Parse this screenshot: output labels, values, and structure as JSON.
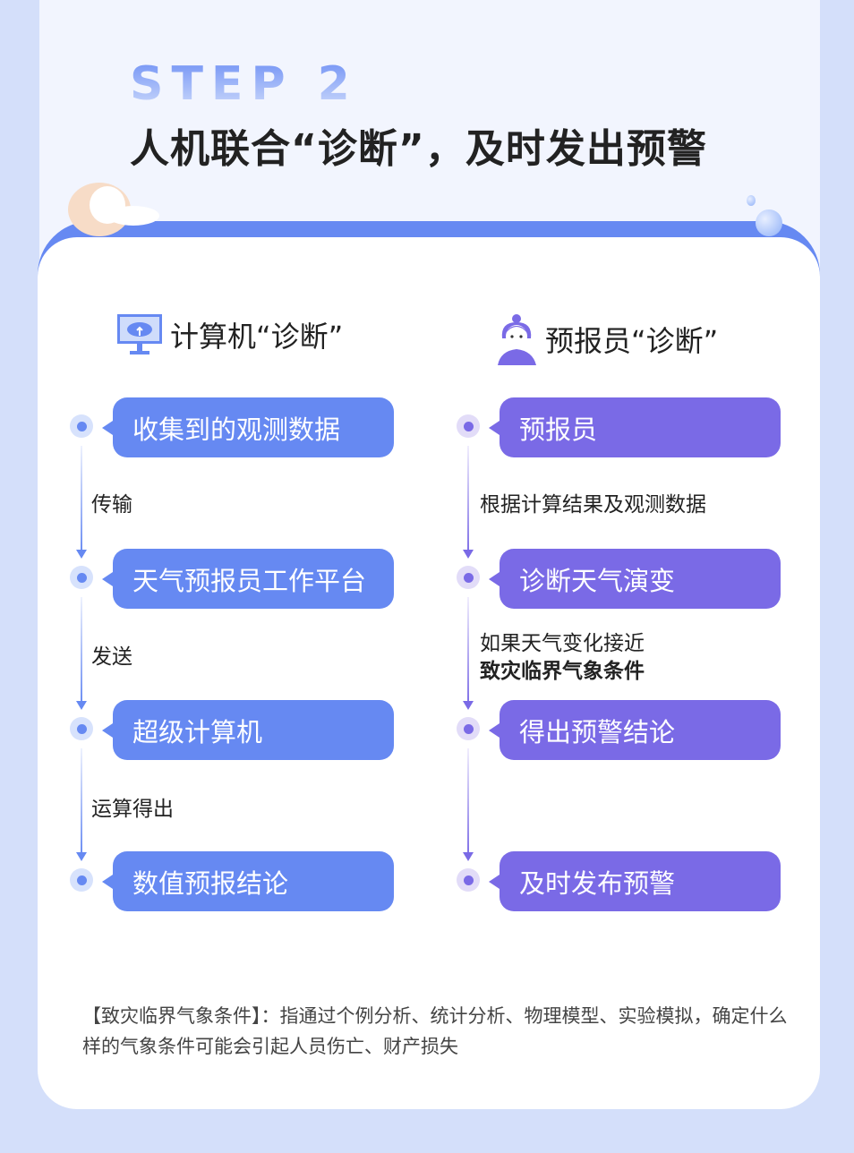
{
  "header": {
    "step": "STEP 2",
    "title": "人机联合“诊断”，及时发出预警"
  },
  "colors": {
    "blue": "#6689f2",
    "purple": "#7a6ae6",
    "background": "#d4dffa"
  },
  "computer": {
    "icon": "monitor-cloud-icon",
    "title": "计算机“诊断”",
    "steps": [
      "收集到的观测数据",
      "天气预报员工作平台",
      "超级计算机",
      "数值预报结论"
    ],
    "transitions": [
      "传输",
      "发送",
      "运算得出"
    ]
  },
  "forecaster": {
    "icon": "forecaster-avatar-icon",
    "title": "预报员“诊断”",
    "steps": [
      "预报员",
      "诊断天气演变",
      "得出预警结论",
      "及时发布预警"
    ],
    "transitions": [
      "根据计算结果及观测数据",
      "如果天气变化接近",
      "致灾临界气象条件"
    ]
  },
  "note": "【致灾临界气象条件】：指通过个例分析、统计分析、物理模型、实验模拟，确定什么样的气象条件可能会引起人员伤亡、财产损失"
}
